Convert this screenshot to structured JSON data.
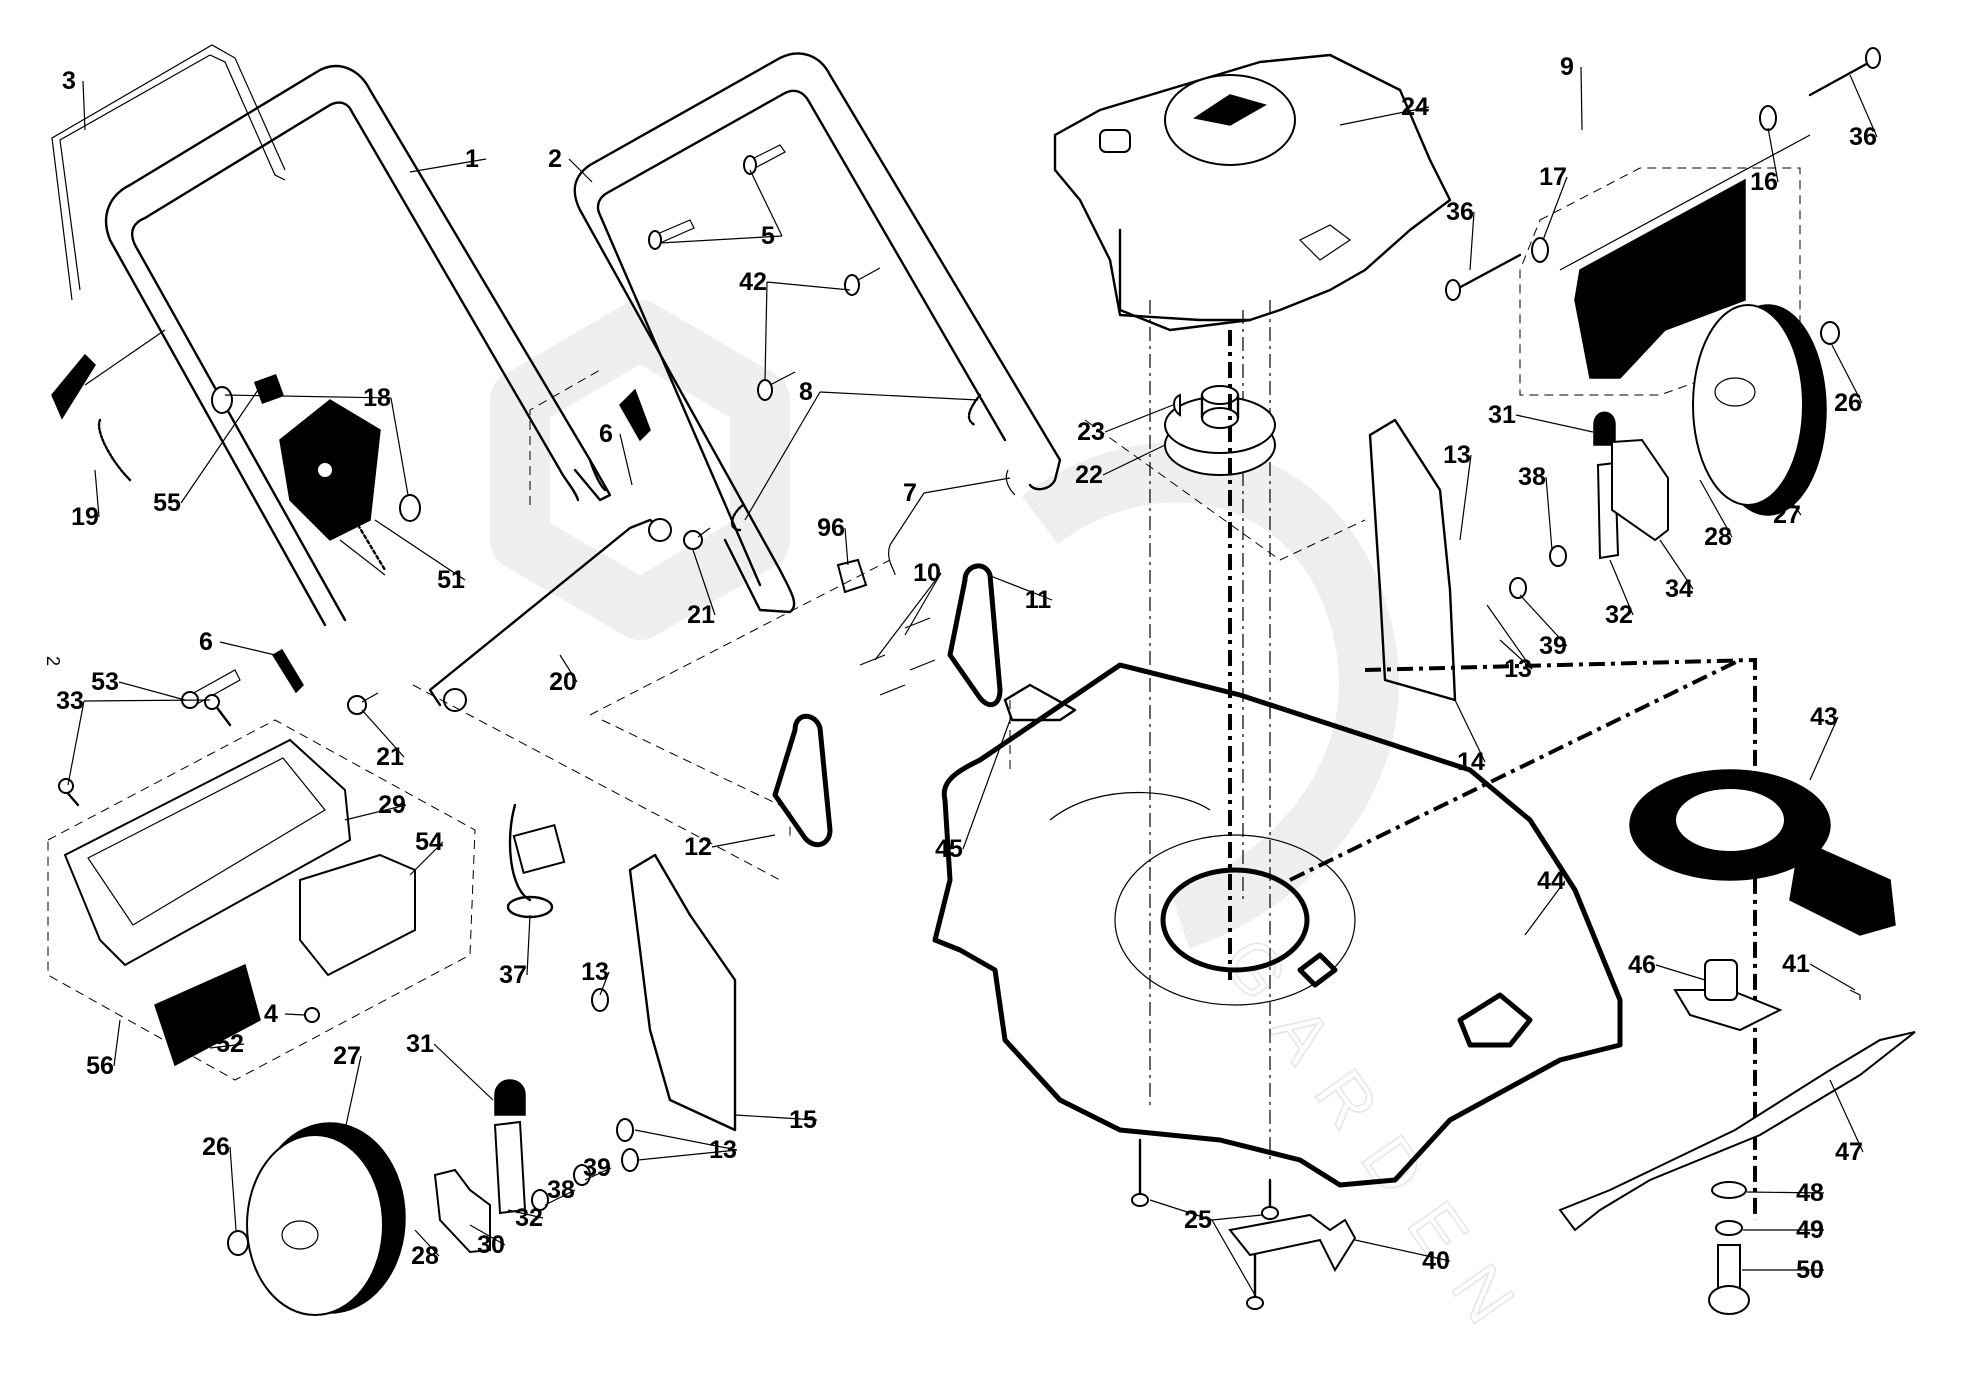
{
  "diagram": {
    "title": "Lawn mower exploded parts diagram",
    "page_marker": "2",
    "watermark": "GARDEN",
    "callouts": [
      {
        "id": "c1",
        "label": "1",
        "part": "upper-handle"
      },
      {
        "id": "c2",
        "label": "2",
        "part": "lower-handle"
      },
      {
        "id": "c3",
        "label": "3",
        "part": "control-bail"
      },
      {
        "id": "c4",
        "label": "4",
        "part": "screw"
      },
      {
        "id": "c5",
        "label": "5",
        "part": "handle-bolt"
      },
      {
        "id": "c6a",
        "label": "6",
        "part": "handle-knob"
      },
      {
        "id": "c6b",
        "label": "6",
        "part": "handle-knob"
      },
      {
        "id": "c7",
        "label": "7",
        "part": "hairpin-clip"
      },
      {
        "id": "c8",
        "label": "8",
        "part": "cable-tie"
      },
      {
        "id": "c9",
        "label": "9",
        "part": "rear-flap-assembly"
      },
      {
        "id": "c10",
        "label": "10",
        "part": "rivet"
      },
      {
        "id": "c11",
        "label": "11",
        "part": "height-plate-right"
      },
      {
        "id": "c12",
        "label": "12",
        "part": "height-plate-left"
      },
      {
        "id": "c13a",
        "label": "13",
        "part": "bolt"
      },
      {
        "id": "c13b",
        "label": "13",
        "part": "bolt"
      },
      {
        "id": "c13c",
        "label": "13",
        "part": "bolt"
      },
      {
        "id": "c13d",
        "label": "13",
        "part": "bolt"
      },
      {
        "id": "c14",
        "label": "14",
        "part": "height-adjuster-right"
      },
      {
        "id": "c15",
        "label": "15",
        "part": "height-adjuster-left"
      },
      {
        "id": "c16",
        "label": "16",
        "part": "spring-right"
      },
      {
        "id": "c17",
        "label": "17",
        "part": "spring-left"
      },
      {
        "id": "c18",
        "label": "18",
        "part": "nut"
      },
      {
        "id": "c19",
        "label": "19",
        "part": "rope-guide-knob"
      },
      {
        "id": "c20",
        "label": "20",
        "part": "height-rod"
      },
      {
        "id": "c21a",
        "label": "21",
        "part": "screw"
      },
      {
        "id": "c21b",
        "label": "21",
        "part": "screw"
      },
      {
        "id": "c22",
        "label": "22",
        "part": "pulley"
      },
      {
        "id": "c23",
        "label": "23",
        "part": "key"
      },
      {
        "id": "c24",
        "label": "24",
        "part": "engine"
      },
      {
        "id": "c25",
        "label": "25",
        "part": "bolt"
      },
      {
        "id": "c26a",
        "label": "26",
        "part": "wheel-nut"
      },
      {
        "id": "c26b",
        "label": "26",
        "part": "wheel-nut"
      },
      {
        "id": "c27a",
        "label": "27",
        "part": "wheel"
      },
      {
        "id": "c27b",
        "label": "27",
        "part": "wheel"
      },
      {
        "id": "c28a",
        "label": "28",
        "part": "shoulder-bolt"
      },
      {
        "id": "c28b",
        "label": "28",
        "part": "shoulder-bolt"
      },
      {
        "id": "c29",
        "label": "29",
        "part": "battery-cover"
      },
      {
        "id": "c30",
        "label": "30",
        "part": "wheel-bracket-left"
      },
      {
        "id": "c31a",
        "label": "31",
        "part": "lever-knob"
      },
      {
        "id": "c31b",
        "label": "31",
        "part": "lever-knob"
      },
      {
        "id": "c32a",
        "label": "32",
        "part": "lever"
      },
      {
        "id": "c32b",
        "label": "32",
        "part": "lever"
      },
      {
        "id": "c33",
        "label": "33",
        "part": "screw"
      },
      {
        "id": "c34",
        "label": "34",
        "part": "wheel-bracket-right"
      },
      {
        "id": "c36a",
        "label": "36",
        "part": "bolt"
      },
      {
        "id": "c36b",
        "label": "36",
        "part": "bolt"
      },
      {
        "id": "c37",
        "label": "37",
        "part": "charger"
      },
      {
        "id": "c38a",
        "label": "38",
        "part": "washer"
      },
      {
        "id": "c38b",
        "label": "38",
        "part": "washer"
      },
      {
        "id": "c39a",
        "label": "39",
        "part": "lock-washer"
      },
      {
        "id": "c39b",
        "label": "39",
        "part": "lock-washer"
      },
      {
        "id": "c40",
        "label": "40",
        "part": "reinforcement"
      },
      {
        "id": "c41",
        "label": "41",
        "part": "screw"
      },
      {
        "id": "c42",
        "label": "42",
        "part": "bolt"
      },
      {
        "id": "c43",
        "label": "43",
        "part": "baffle"
      },
      {
        "id": "c44",
        "label": "44",
        "part": "deck"
      },
      {
        "id": "c45",
        "label": "45",
        "part": "decal"
      },
      {
        "id": "c46",
        "label": "46",
        "part": "blade-adapter"
      },
      {
        "id": "c47",
        "label": "47",
        "part": "blade"
      },
      {
        "id": "c48",
        "label": "48",
        "part": "washer"
      },
      {
        "id": "c49",
        "label": "49",
        "part": "lock-washer"
      },
      {
        "id": "c50",
        "label": "50",
        "part": "blade-bolt"
      },
      {
        "id": "c51",
        "label": "51",
        "part": "switch-box"
      },
      {
        "id": "c52",
        "label": "52",
        "part": "battery"
      },
      {
        "id": "c53",
        "label": "53",
        "part": "bolt"
      },
      {
        "id": "c54",
        "label": "54",
        "part": "battery-tray"
      },
      {
        "id": "c55",
        "label": "55",
        "part": "key"
      },
      {
        "id": "c56",
        "label": "56",
        "part": "battery-kit"
      },
      {
        "id": "c96",
        "label": "96",
        "part": "cable-clamp"
      }
    ]
  }
}
